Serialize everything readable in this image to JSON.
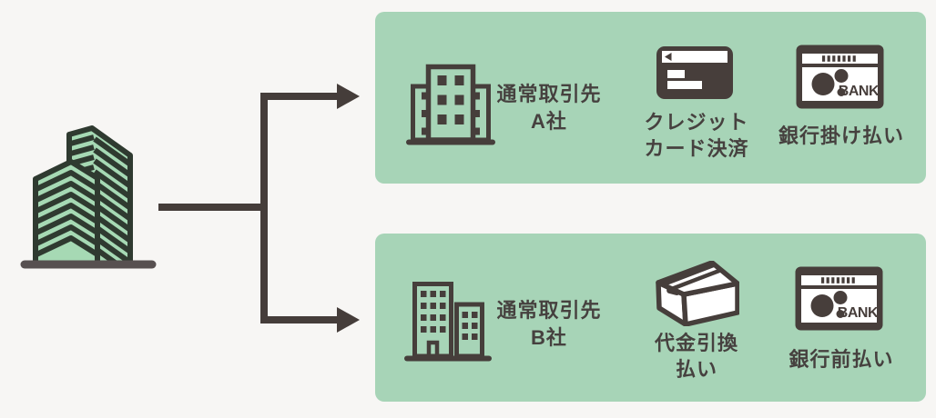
{
  "colors": {
    "background": "#f7f6f4",
    "panel_green": "#a7d4b7",
    "ink_dark": "#473e3b",
    "arrow_dark": "#453d3a",
    "building_fill": "#a6d9b4",
    "building_line": "#2f3a30",
    "ground_gray": "#575050",
    "text_dark": "#46413f"
  },
  "partners": [
    {
      "company": {
        "line1": "通常取引先",
        "line2": "A社"
      },
      "payment1": {
        "icon": "credit-card-icon",
        "line1": "クレジット",
        "line2": "カード決済"
      },
      "payment2": {
        "icon": "bank-passbook-icon",
        "label": "銀行掛け払い",
        "bank_text": "BANK"
      }
    },
    {
      "company": {
        "line1": "通常取引先",
        "line2": "B社"
      },
      "payment1": {
        "icon": "package-box-icon",
        "line1": "代金引換",
        "line2": "払い"
      },
      "payment2": {
        "icon": "bank-passbook-icon",
        "label": "銀行前払い",
        "bank_text": "BANK"
      }
    }
  ]
}
